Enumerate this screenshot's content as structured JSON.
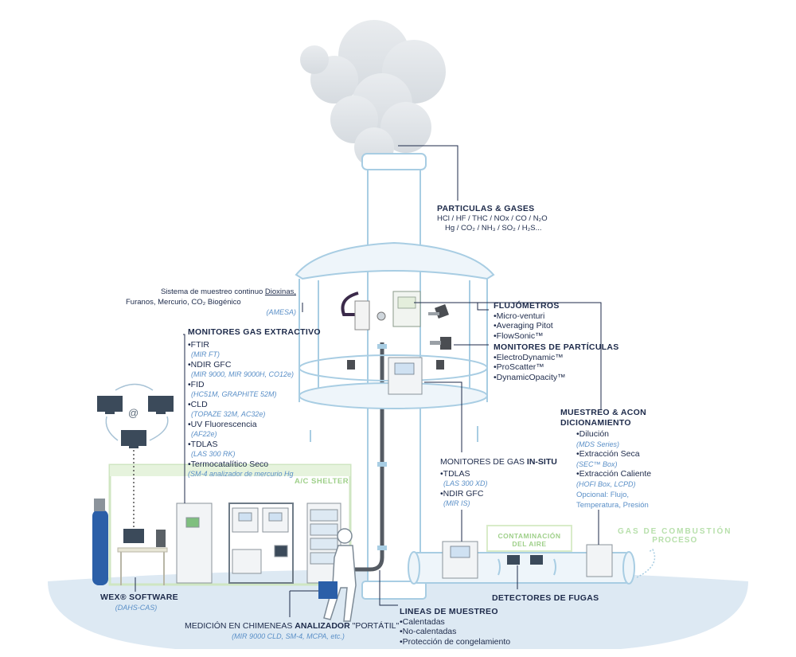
{
  "particulas": {
    "title": "PARTICULAS & GASES",
    "line1": "HCl / HF / THC / NOx / CO / N₂O",
    "line2": "Hg / CO₂ / NH₃ / SO₂ / H₂S..."
  },
  "amesa": {
    "line1_pre": "Sistema de muestreo continuo ",
    "line1_u": "Dioxinas,",
    "line2": "Furanos, Mercurio, CO₂ Biogénico",
    "model": "(AMESA)"
  },
  "flujometros": {
    "title": "FLUJÓMETROS",
    "items": [
      "•Micro-venturi",
      "•Averaging Pitot",
      "•FlowSonic™"
    ]
  },
  "particulas_mon": {
    "title": "MONITORES DE PARTÍCULAS",
    "items": [
      "•ElectroDynamic™",
      "•ProScatter™",
      "•DynamicOpacity™"
    ]
  },
  "extractivo": {
    "title": "MONITORES GAS EXTRACTIVO",
    "items": [
      {
        "name": "•FTIR",
        "model": "(MIR FT)"
      },
      {
        "name": "•NDIR GFC",
        "model": "(MIR 9000, MIR 9000H, CO12e)"
      },
      {
        "name": "•FID",
        "model": "(HC51M, GRAPHITE 52M)"
      },
      {
        "name": "•CLD",
        "model": "(TOPAZE 32M, AC32e)"
      },
      {
        "name": "•UV Fluorescencia",
        "model": "(AF22e)"
      },
      {
        "name": "•TDLAS",
        "model": "(LAS 300 RK)"
      },
      {
        "name": "•Termocatalítico Seco",
        "model": "(SM-4 analizador de mercurio Hg"
      }
    ]
  },
  "muestreo": {
    "title1": "MUESTREO & ACON",
    "title2": "DICIONAMIENTO",
    "items": [
      {
        "name": "•Dilución",
        "model": "(MDS Series)"
      },
      {
        "name": "•Extracción Seca",
        "model": "(SEC™ Box)"
      },
      {
        "name": "•Extracción Caliente",
        "model": "(HOFI Box, LCPD)"
      }
    ],
    "opt1": "Opcional: Flujo,",
    "opt2": "Temperatura, Presión"
  },
  "insitu": {
    "title_pre": "MONITORES DE GAS ",
    "title_b": "IN-SITU",
    "items": [
      {
        "name": "•TDLAS",
        "model": "(LAS 300 XD)"
      },
      {
        "name": "•NDIR GFC",
        "model": "(MIR IS)"
      }
    ]
  },
  "shelter": "A/C SHELTER",
  "contaminacion1": "CONTAMINACIÓN",
  "contaminacion2": "DEL AIRE",
  "gas_combustion1": "GAS DE COMBUSTIÓN",
  "gas_combustion2": "PROCESO",
  "wex": {
    "title": "WEX® SOFTWARE",
    "model": "(DAHS-CAS)"
  },
  "portatil": {
    "title_pre": "MEDICIÓN EN CHIMENEAS ",
    "title_b": "ANALIZADOR",
    "title_post": " \"PORTÁTIL\"",
    "model": "(MIR 9000 CLD, SM-4, MCPA, etc.)"
  },
  "lineas": {
    "title": "LINEAS DE MUESTREO",
    "items": [
      "•Calentadas",
      "•No-calentadas",
      "•Protección de congelamiento"
    ]
  },
  "fugas": "DETECTORES DE FUGAS",
  "at_symbol": "@",
  "colors": {
    "outline": "#a8cde3",
    "fill_light": "#eef5fa",
    "ground": "#dde9f3",
    "accent_blue": "#5a8fc7",
    "navy": "#1d2a4a",
    "green": "#9fd08a"
  }
}
